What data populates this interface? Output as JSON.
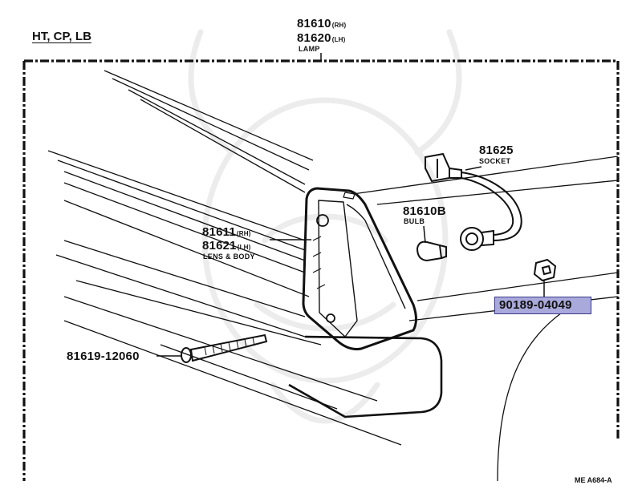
{
  "model_label": "HT, CP, LB",
  "parts": {
    "lamp": {
      "rh": "81610",
      "rh_suffix": "(RH)",
      "lh": "81620",
      "lh_suffix": "(LH)",
      "name": "LAMP"
    },
    "socket": {
      "number": "81625",
      "name": "SOCKET"
    },
    "bulb": {
      "number": "81610B",
      "name": "BULB"
    },
    "lens_body": {
      "rh": "81611",
      "rh_suffix": "(RH)",
      "lh": "81621",
      "lh_suffix": "(LH)",
      "name": "LENS & BODY"
    },
    "screw": {
      "number": "81619-12060"
    },
    "nut": {
      "number": "90189-04049",
      "highlight_color": "#a9a9dc"
    }
  },
  "diagram_code": "ME A684-A"
}
